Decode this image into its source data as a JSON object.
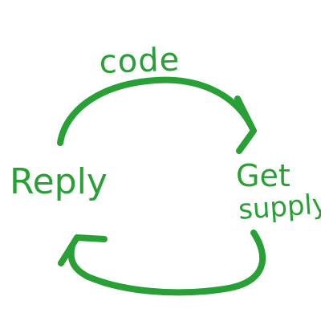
{
  "diagram": {
    "ink_color": "#28a035",
    "nodes": [
      {
        "id": "code",
        "label": "code"
      },
      {
        "id": "get_supply",
        "label_line1": "Get",
        "label_line2": "supply"
      },
      {
        "id": "reply",
        "label": "Reply"
      }
    ],
    "edges": [
      {
        "from": "code",
        "to": "get_supply"
      },
      {
        "from": "get_supply",
        "to": "reply"
      }
    ]
  }
}
